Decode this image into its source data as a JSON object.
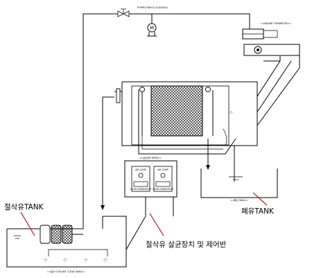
{
  "labels": {
    "pump_label": "PUMP(1HW×2,5L/DOGE)",
    "magnet_separator": "<<MAGNET SEPARATOR>>",
    "sterilizer_unit_tag": "<<살균장치 제어반>>",
    "air_comp_1": "AIR COMP",
    "air_comp_2": "AIR COMP",
    "ozon_gen_1": "OZON GENERATOR",
    "ozon_gen_2": "OZON GENERATOR",
    "waste_tank_tag": "<<폐유 TANK>>",
    "coolant_tank_tag": "<<절삭 COOLANT CLEAN TANK>>",
    "coolant_tank_label": "절삭유TANK",
    "waste_tank_label": "폐유TANK",
    "sterilizer_label": "절삭유 살균장치 및 제어반"
  }
}
